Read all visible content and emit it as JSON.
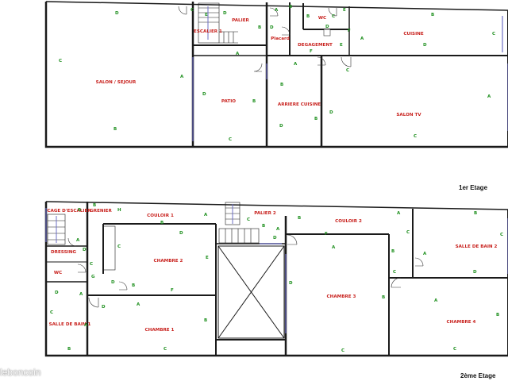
{
  "rooms_floor1": {
    "salon_sejour": "SALON / SEJOUR",
    "escalier1": "ESCALIER 1",
    "palier": "PALIER",
    "wc": "WC",
    "placard": "Placard",
    "degagement": "DEGAGEMENT",
    "cuisine": "CUISINE",
    "patio": "PATIO",
    "arriere_cuisine": "ARRIERE CUISINE",
    "salon_tv": "SALON TV"
  },
  "rooms_floor2": {
    "cage_escalier": "CAGE D'ESCALIER",
    "grenier": "GRENIER",
    "couloir1": "COULOIR 1",
    "palier2": "PALIER 2",
    "couloir2": "COULOIR 2",
    "dressing": "DRESSING",
    "chambre2": "CHAMBRE 2",
    "wc": "WC",
    "salle_de_bain2": "SALLE DE BAIN 2",
    "chambre3": "CHAMBRE 3",
    "salle_de_bain1": "SALLE DE BAIN 1",
    "chambre1": "CHAMBRE 1",
    "chambre4": "CHAMBRE 4"
  },
  "floors": {
    "first": "1er Etage",
    "second": "2ème Etage"
  },
  "watermark": "leboncoin",
  "markers": {
    "a": "A",
    "b": "B",
    "c": "C",
    "d": "D",
    "e": "E",
    "f": "F",
    "g": "G",
    "h": "H"
  },
  "colors": {
    "wall": "#1a1a1a",
    "room_label": "#c8211d",
    "wall_marker": "#1d8f1d",
    "window": "#6d6fc4"
  }
}
